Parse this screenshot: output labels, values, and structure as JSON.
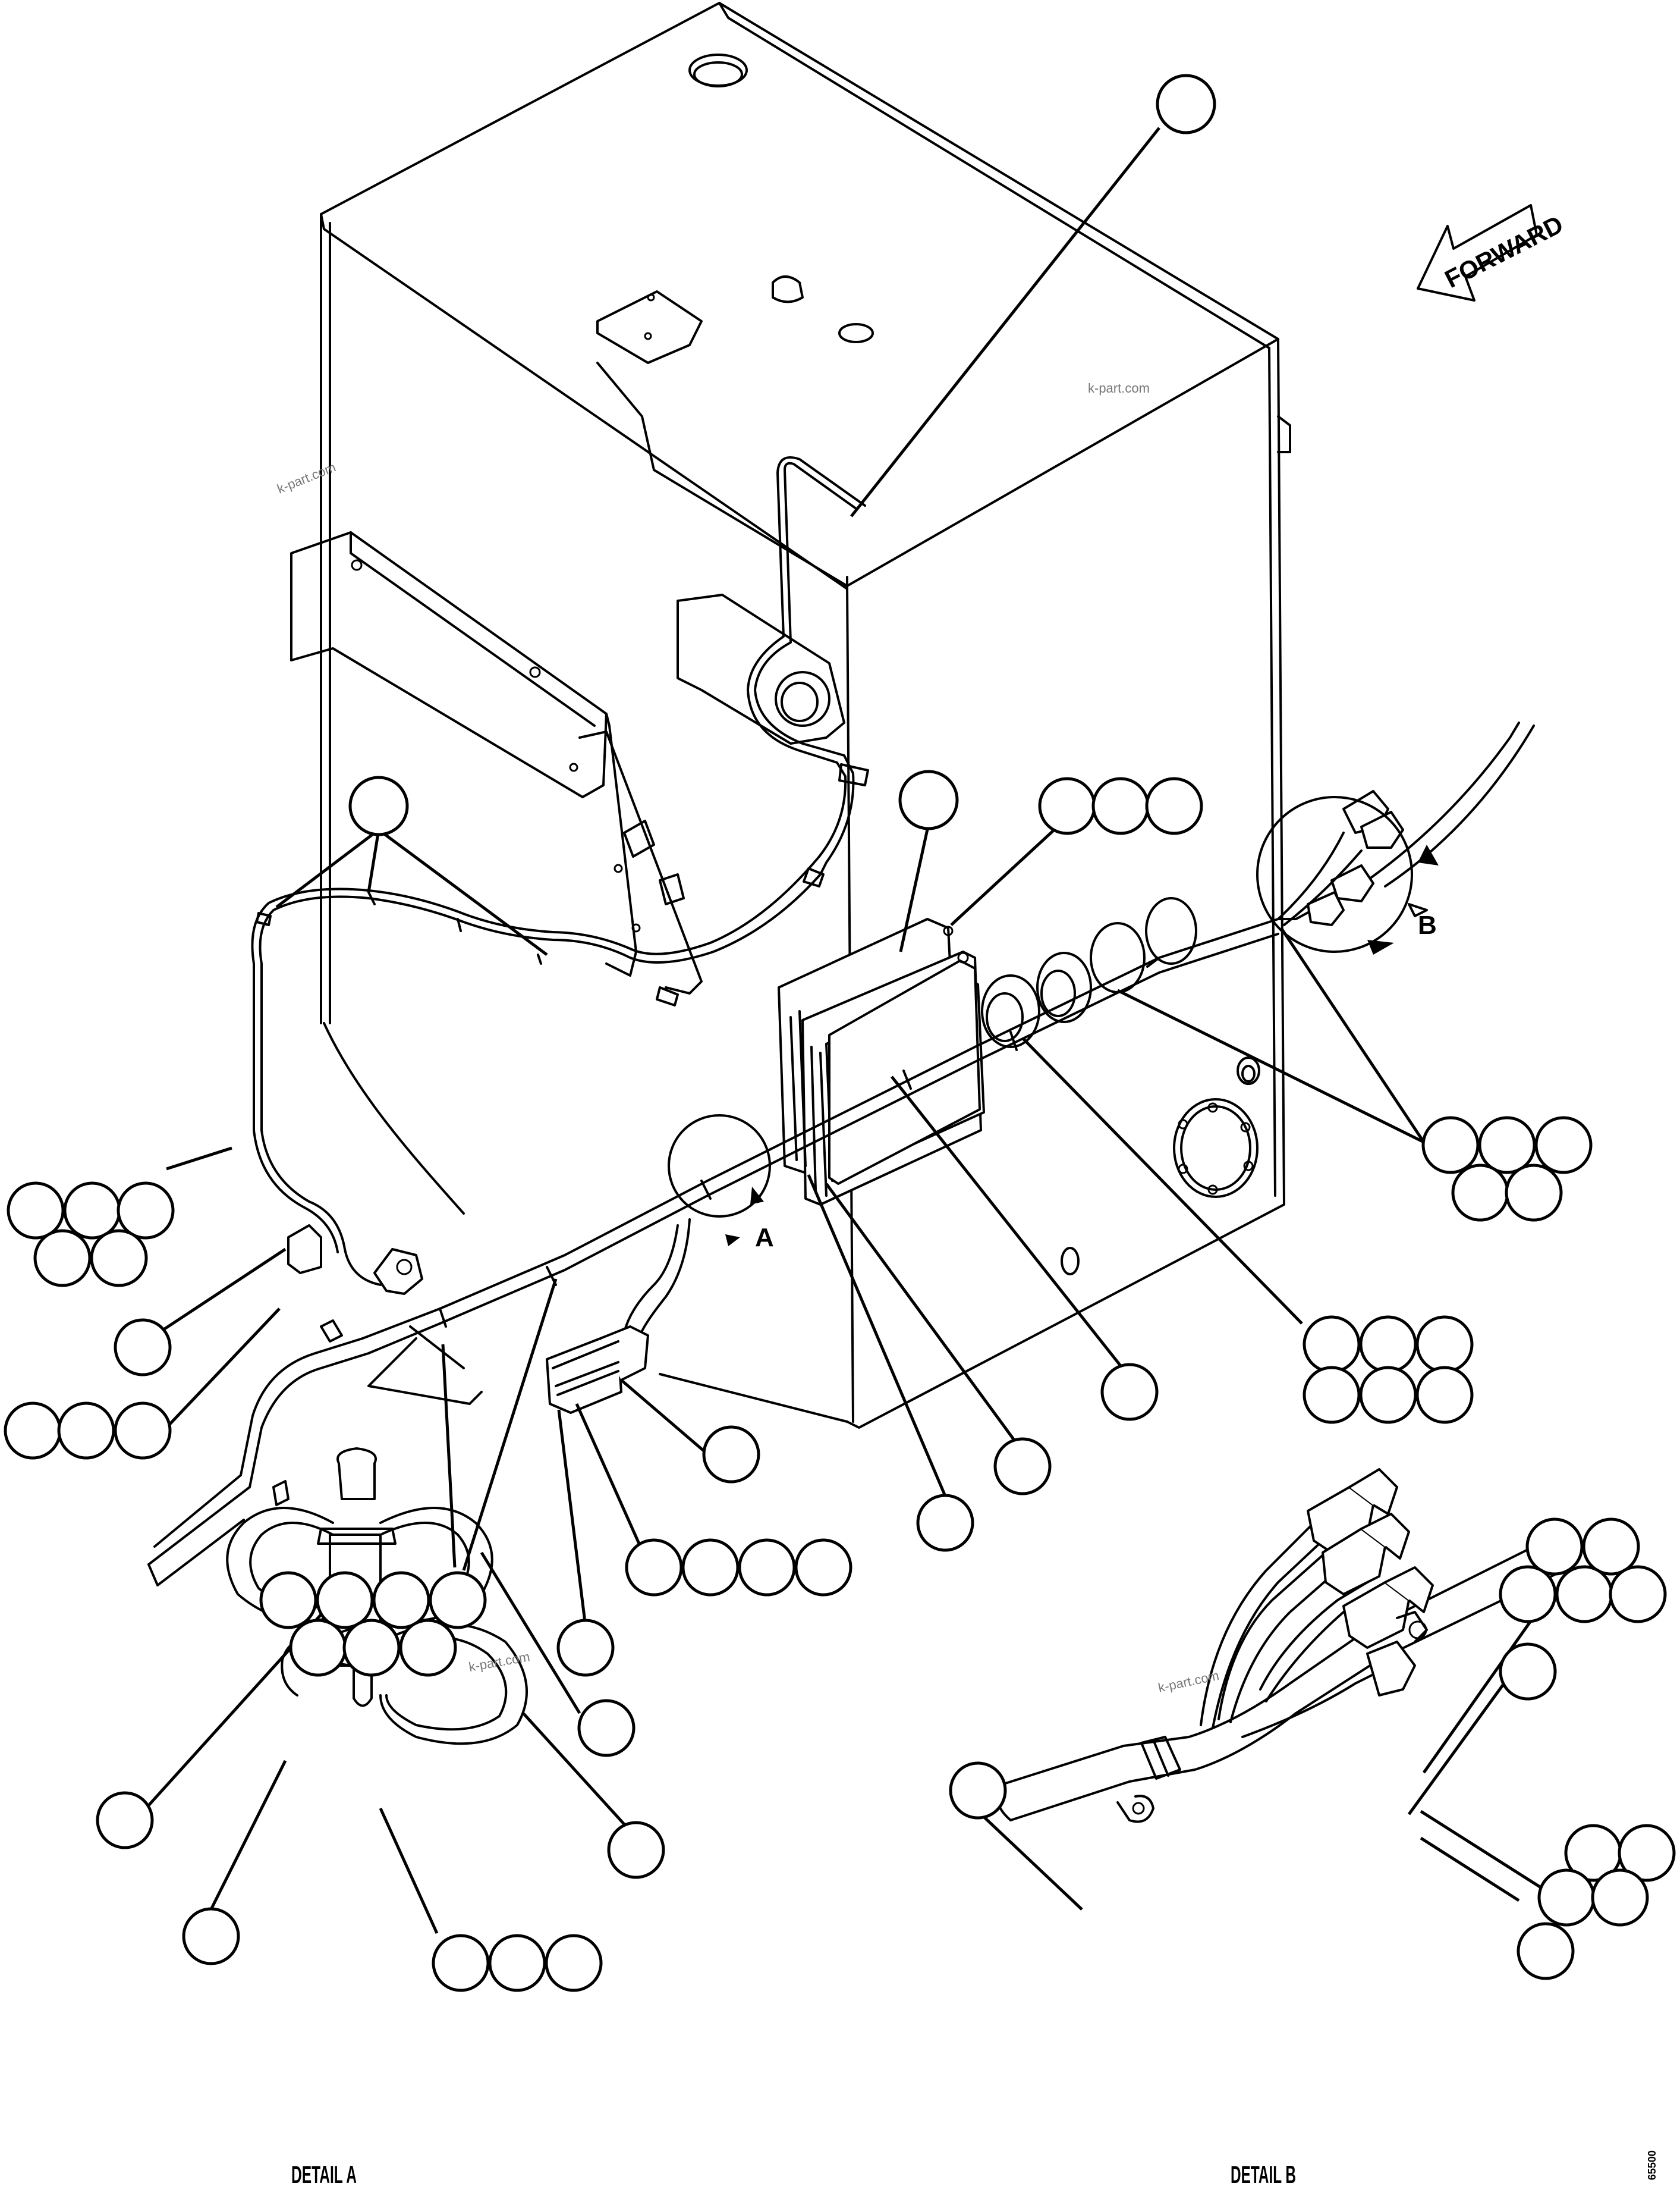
{
  "direction_arrow": {
    "text": "FORWARD"
  },
  "view_markers": {
    "a": "A",
    "b": "B"
  },
  "detail_labels": {
    "a": "DETAIL A",
    "b": "DETAIL B"
  },
  "watermark": "k-part.com",
  "figure_code": "65500"
}
